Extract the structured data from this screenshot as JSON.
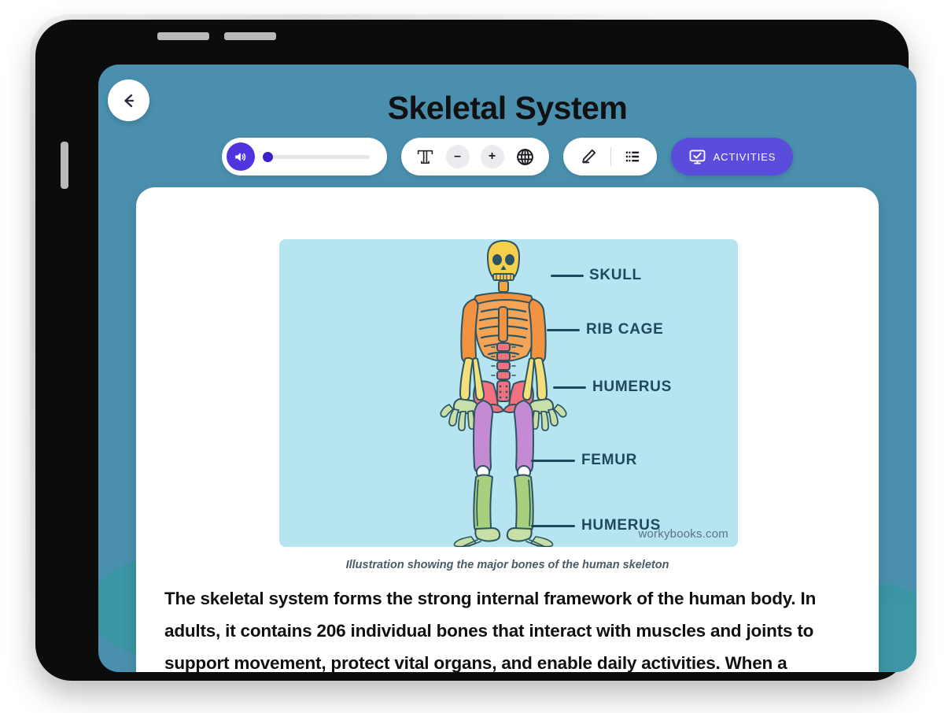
{
  "header": {
    "title": "Skeletal System",
    "back_icon": "arrow-left-icon"
  },
  "toolbar": {
    "audio": {
      "play_icon": "speaker-icon",
      "slider_value": 0
    },
    "font": {
      "text_icon": "text-format-icon",
      "decrease_label": "–",
      "increase_label": "+",
      "translate_icon": "globe-icon"
    },
    "annotate": {
      "pencil_icon": "pencil-icon",
      "list_icon": "bullet-list-icon"
    },
    "activities": {
      "label": "ACTIVITIES",
      "icon": "monitor-check-icon"
    }
  },
  "content": {
    "illustration": {
      "watermark": "workybooks.com",
      "labels": [
        {
          "text": "SKULL"
        },
        {
          "text": "RIB CAGE"
        },
        {
          "text": "HUMERUS"
        },
        {
          "text": "FEMUR"
        },
        {
          "text": "HUMERUS"
        }
      ]
    },
    "caption": "Illustration showing the major bones of the human skeleton",
    "body": "The skeletal system forms the strong internal framework of the human body. In adults, it contains 206 individual bones that interact with muscles and joints to support movement, protect vital organs, and enable daily activities. When a"
  },
  "colors": {
    "screen_bg": "#4a90ae",
    "accent_purple": "#5a4ddb",
    "audio_purple": "#4f35df",
    "illustration_bg": "#b6e4f1",
    "label_text": "#1f4a5e",
    "bone_skull": "#f6d04d",
    "bone_ribcage": "#f19340",
    "bone_spine": "#f4707e",
    "bone_pelvis": "#f4707e",
    "bone_femur": "#c48ad4",
    "bone_lower_leg": "#a8cf7e",
    "bone_forearm": "#f3e07a",
    "bone_outline": "#2d5463"
  }
}
